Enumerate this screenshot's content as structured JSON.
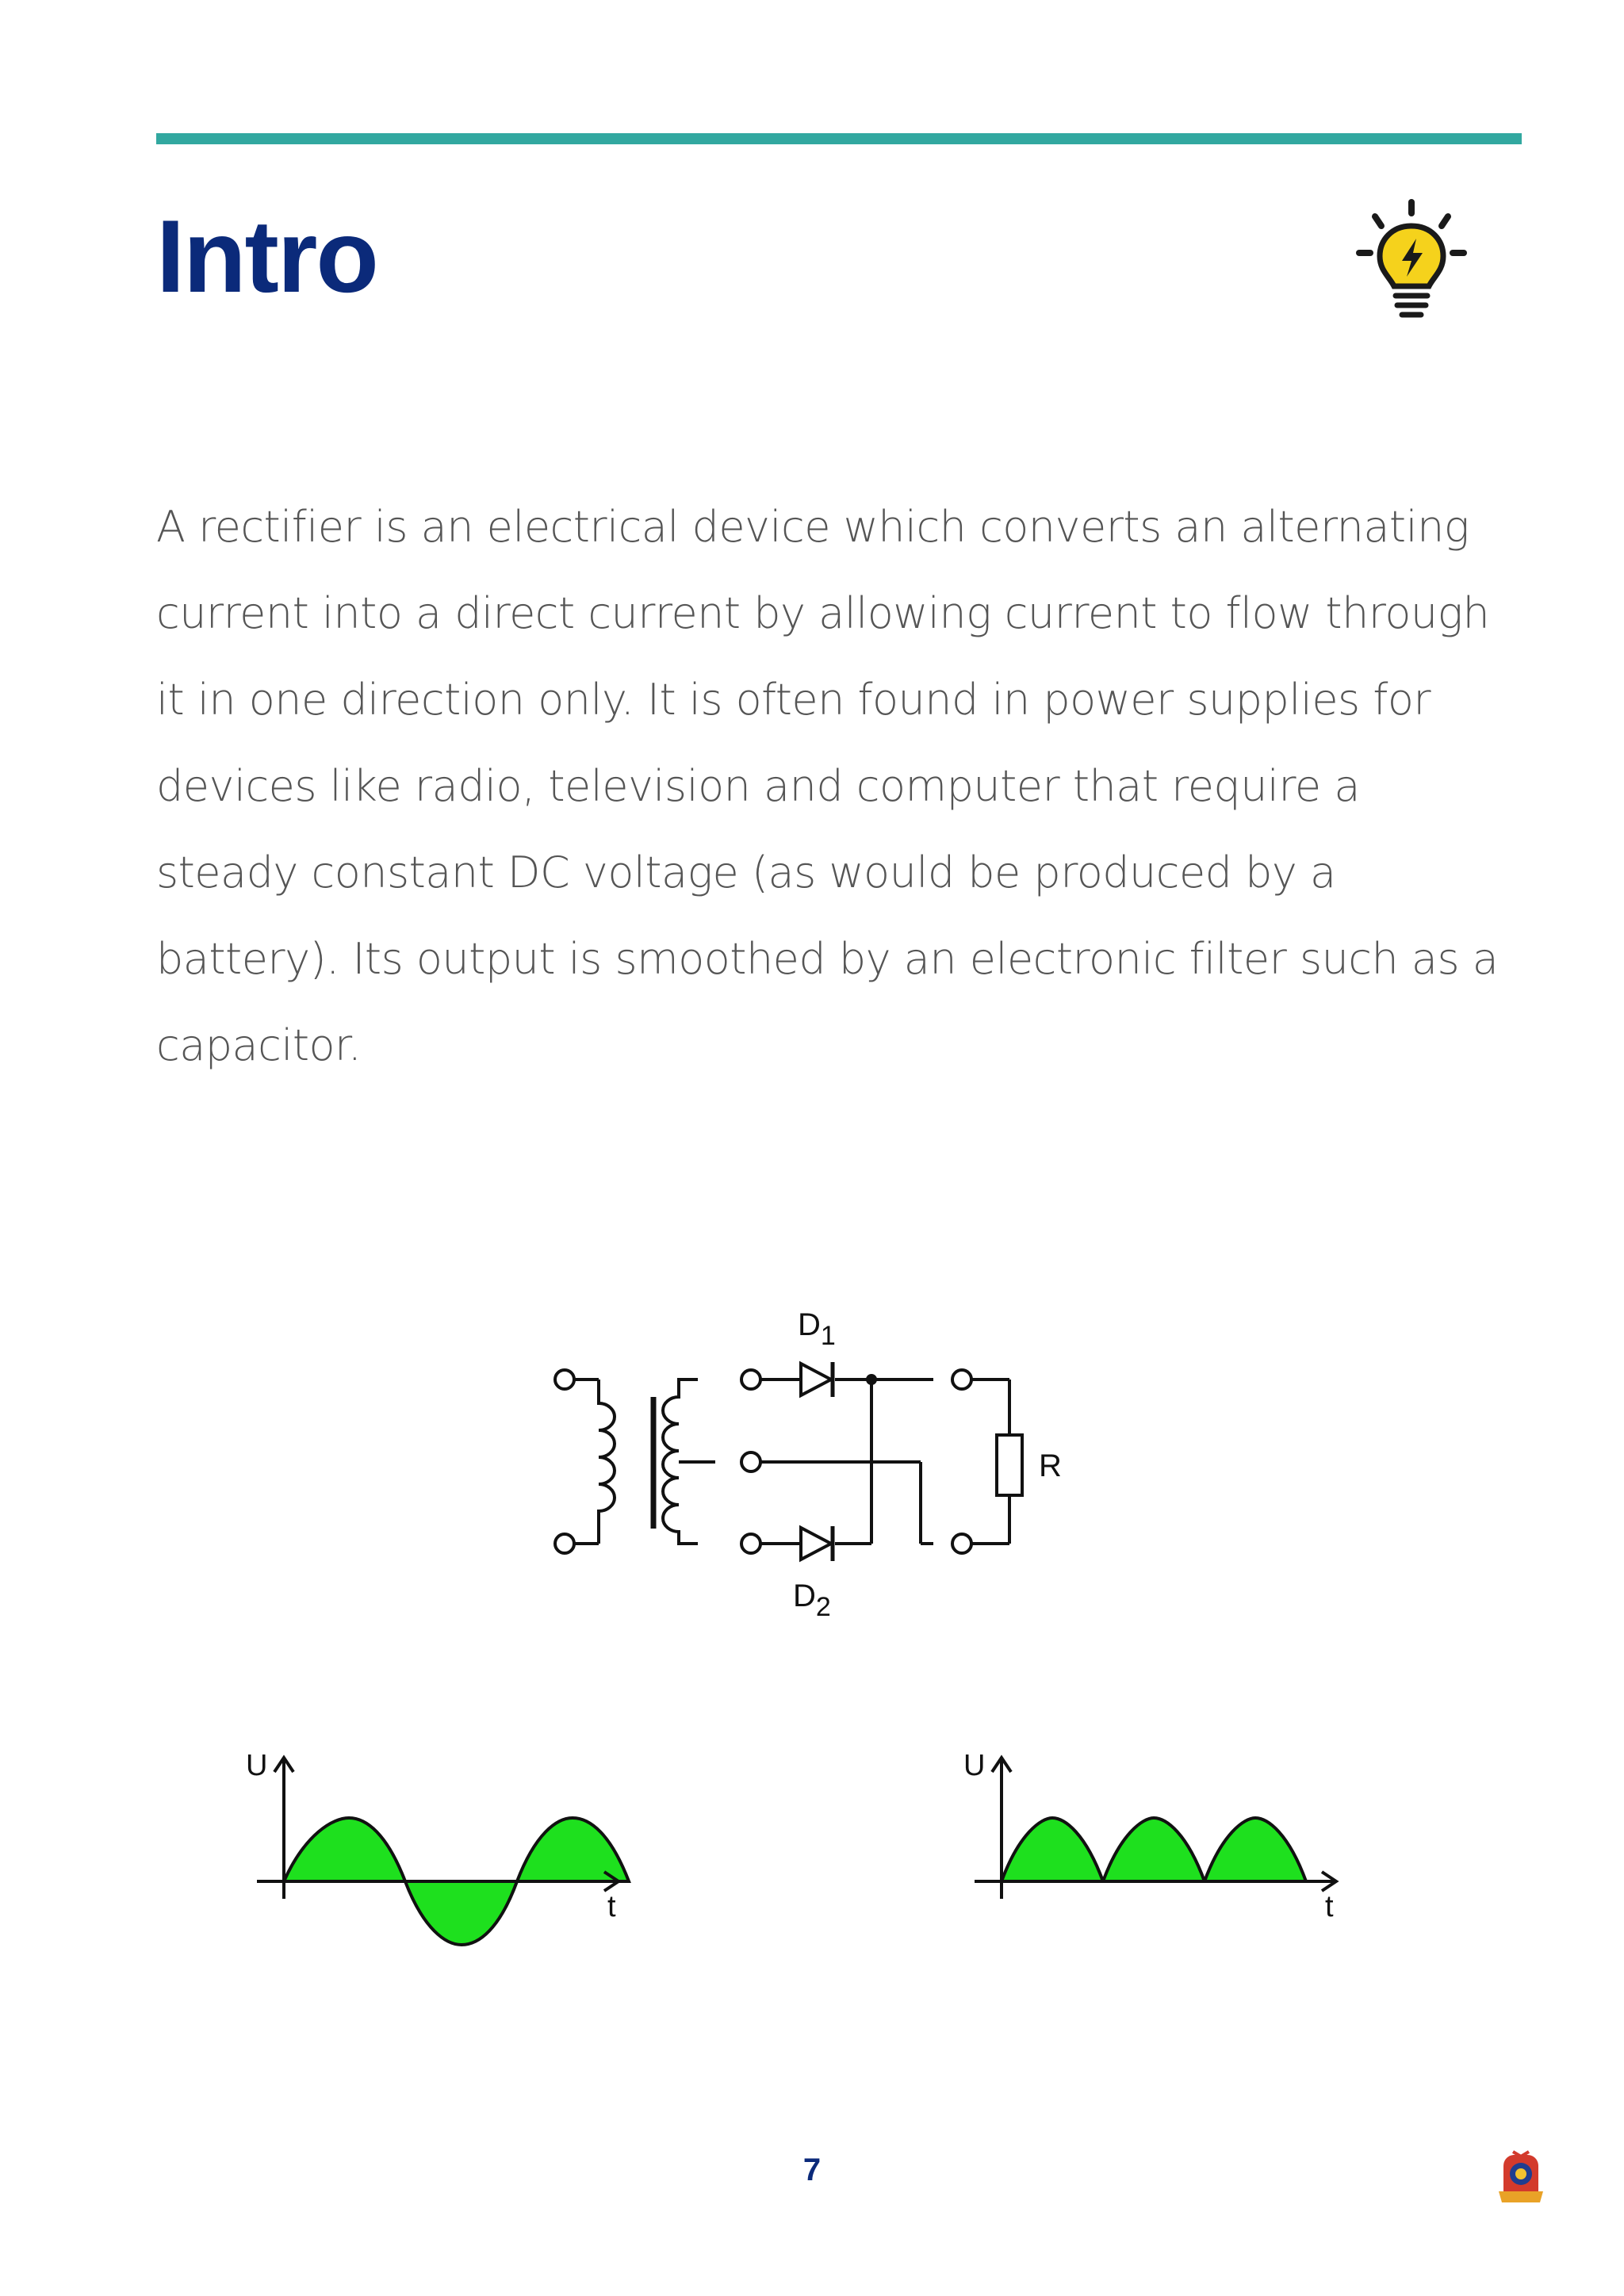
{
  "page": {
    "title": "Intro",
    "body": "A rectifier is an electrical device which converts an alternating current into a direct current by allowing current to flow through it in one direction only. It is often found in power supplies for devices like radio, television and computer that require a steady constant DC voltage (as would be produced by a battery). Its output is smoothed by an electronic filter such as a capacitor.",
    "page_number": "7"
  },
  "circuit": {
    "d1": "D",
    "d1_sub": "1",
    "d2": "D",
    "d2_sub": "2",
    "resistor": "R"
  },
  "waveforms": {
    "left": {
      "y_label": "U",
      "x_label": "t"
    },
    "right": {
      "y_label": "U",
      "x_label": "t"
    }
  },
  "colors": {
    "accent_rule": "#32a8a0",
    "title": "#0b2a7a",
    "wave_fill": "#1ee01e",
    "bulb": "#f5d21c"
  },
  "icons": {
    "header": "lightbulb-bolt-icon",
    "footer": "emblem-logo"
  }
}
